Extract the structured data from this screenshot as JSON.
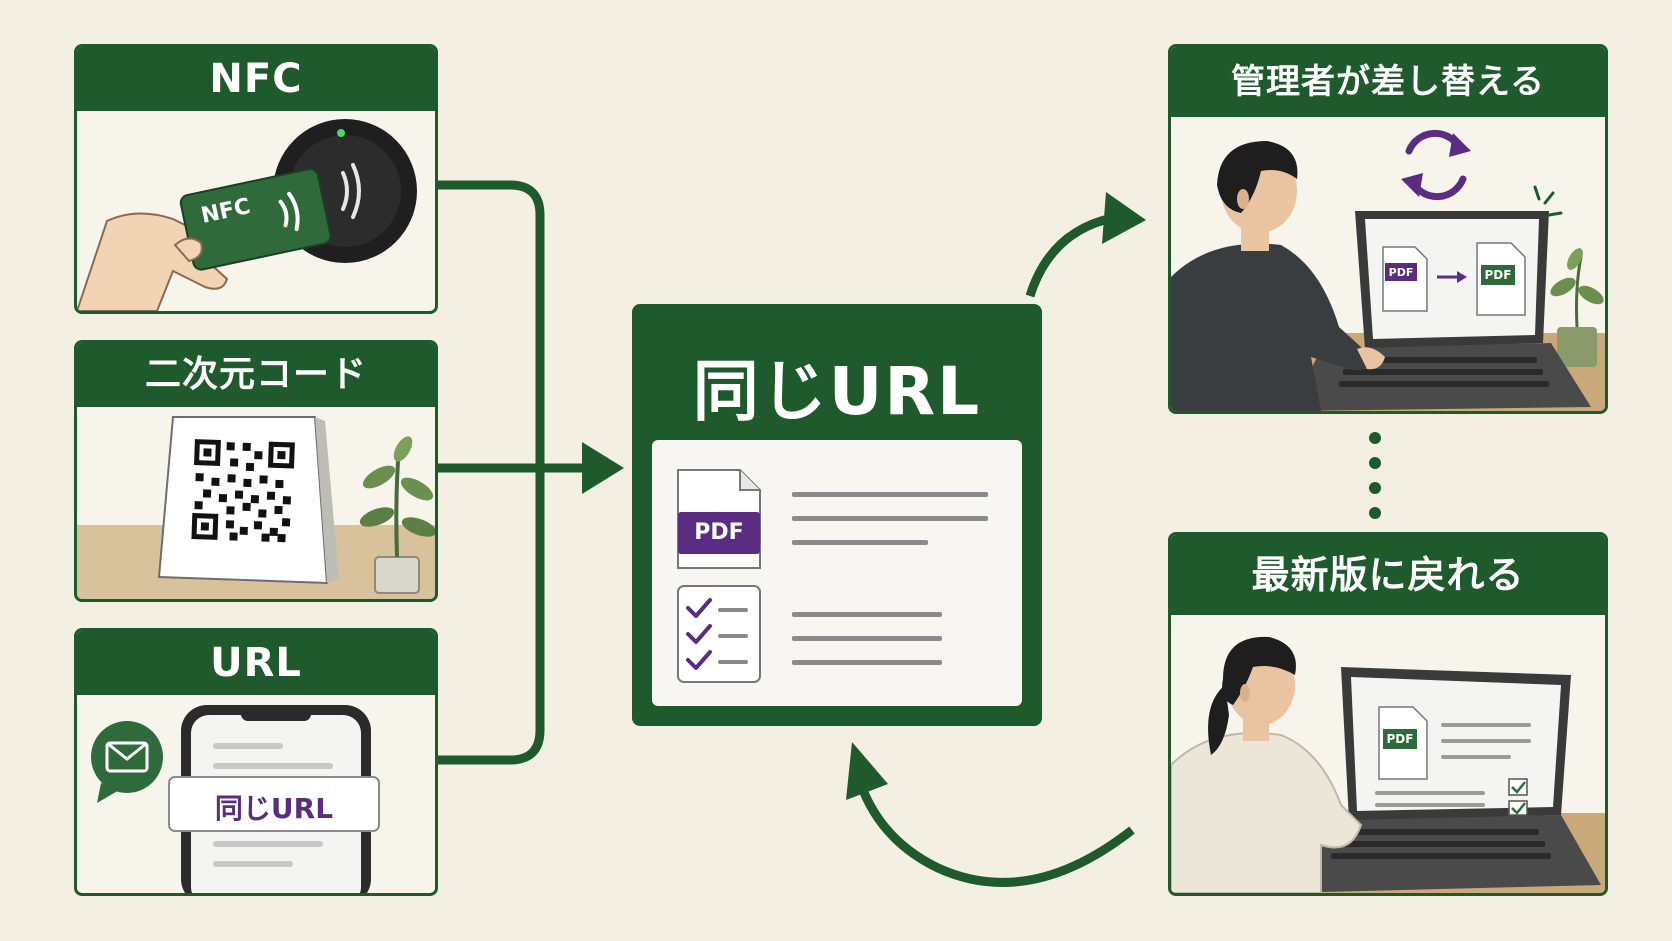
{
  "panels": {
    "nfc": {
      "title": "NFC",
      "card_label": "NFC"
    },
    "qr": {
      "title": "二次元コード"
    },
    "url": {
      "title": "URL",
      "banner_label": "同じURL"
    },
    "admin": {
      "title": "管理者が差し替える"
    },
    "revert": {
      "title": "最新版に戻れる"
    }
  },
  "center": {
    "title": "同じURL",
    "pdf_label": "PDF"
  },
  "admin_screen": {
    "old_label": "PDF",
    "new_label": "PDF"
  },
  "revert_screen": {
    "pdf_label": "PDF"
  },
  "colors": {
    "primary_green": "#1e5a2b",
    "accent_purple": "#5a2d82",
    "background": "#f3efe3"
  }
}
